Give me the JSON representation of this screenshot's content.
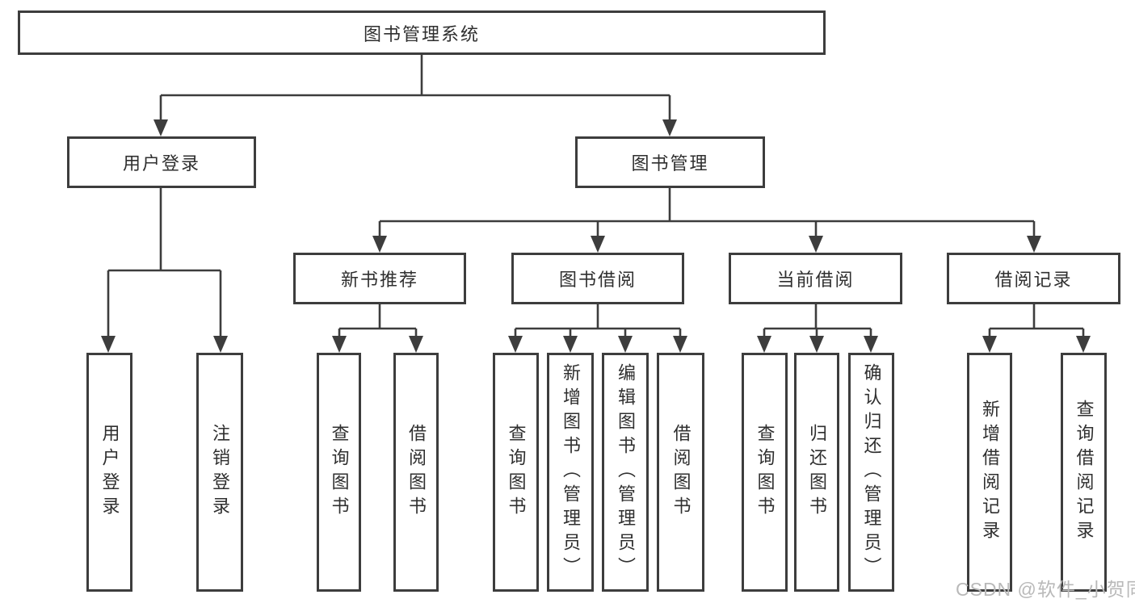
{
  "diagram": {
    "root": {
      "label": "图书管理系统"
    },
    "branches": [
      {
        "label": "用户登录",
        "children": [
          {
            "label": "用户登录"
          },
          {
            "label": "注销登录"
          }
        ]
      },
      {
        "label": "图书管理",
        "children": [
          {
            "label": "新书推荐",
            "children": [
              {
                "label": "查询图书"
              },
              {
                "label": "借阅图书"
              }
            ]
          },
          {
            "label": "图书借阅",
            "children": [
              {
                "label": "查询图书"
              },
              {
                "label": "新增图书（管理员）"
              },
              {
                "label": "编辑图书（管理员）"
              },
              {
                "label": "借阅图书"
              }
            ]
          },
          {
            "label": "当前借阅",
            "children": [
              {
                "label": "查询图书"
              },
              {
                "label": "归还图书"
              },
              {
                "label": "确认归还（管理员）"
              }
            ]
          },
          {
            "label": "借阅记录",
            "children": [
              {
                "label": "新增借阅记录"
              },
              {
                "label": "查询借阅记录"
              }
            ]
          }
        ]
      }
    ]
  },
  "watermark": "CSDN @软件_小贺同学",
  "colors": {
    "line": "#3d3d3d",
    "text": "#2f2f2f",
    "watermark": "#b9b9b9"
  }
}
